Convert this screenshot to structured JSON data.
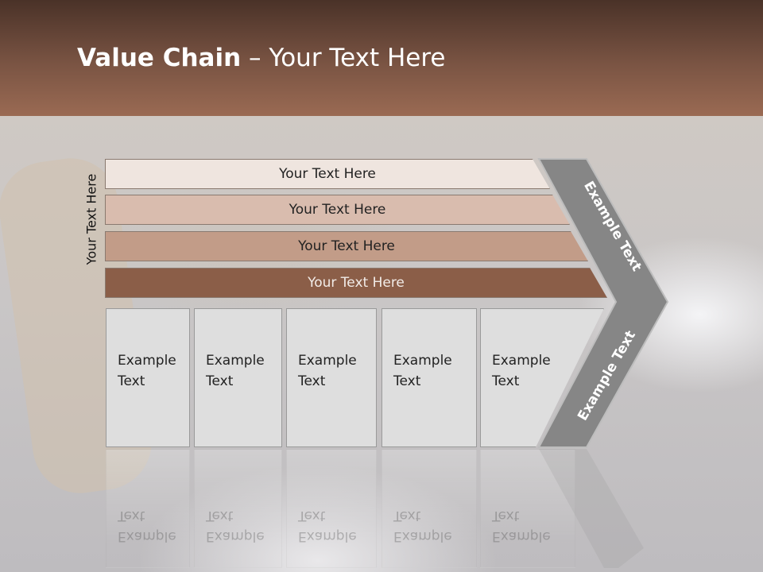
{
  "title": {
    "bold": "Value Chain",
    "rest": " – Your Text Here"
  },
  "side_label": "Your Text Here",
  "rows": [
    {
      "label": "Your Text Here",
      "color": "#efe5df"
    },
    {
      "label": "Your Text Here",
      "color": "#d9bcae"
    },
    {
      "label": "Your Text Here",
      "color": "#c29c88"
    },
    {
      "label": "Your Text Here",
      "color": "#8b5e48"
    }
  ],
  "cells": [
    "Example\nText",
    "Example\nText",
    "Example\nText",
    "Example\nText",
    "Example\nText"
  ],
  "chevron_labels": {
    "upper": "Example Text",
    "lower": "Example Text"
  },
  "colors": {
    "header": "#7a5443",
    "chevron": "#868686",
    "cell": "#dedede"
  }
}
